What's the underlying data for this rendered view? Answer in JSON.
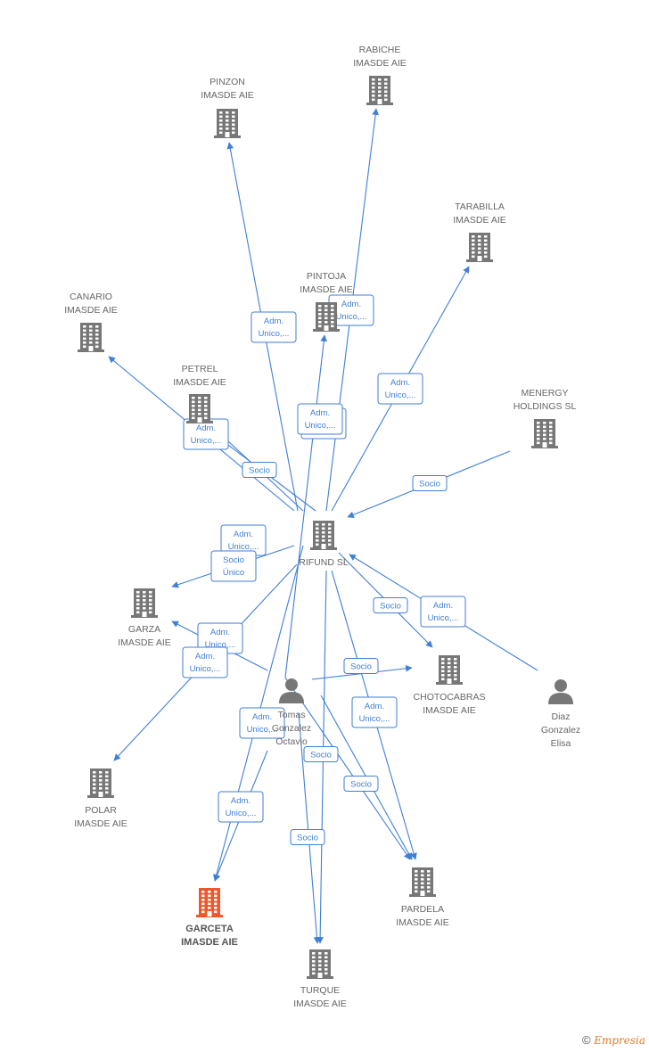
{
  "nodes": [
    {
      "id": "pinzon",
      "type": "company",
      "lines": [
        "PINZON",
        "IMASDE  AIE"
      ]
    },
    {
      "id": "rabiche",
      "type": "company",
      "lines": [
        "RABICHE",
        "IMASDE  AIE"
      ]
    },
    {
      "id": "tarabilla",
      "type": "company",
      "lines": [
        "TARABILLA",
        "IMASDE  AIE"
      ]
    },
    {
      "id": "canario",
      "type": "company",
      "lines": [
        "CANARIO",
        "IMASDE  AIE"
      ]
    },
    {
      "id": "pintoja",
      "type": "company",
      "lines": [
        "PINTOJA",
        "IMASDE  AIE"
      ]
    },
    {
      "id": "petrel",
      "type": "company",
      "lines": [
        "PETREL",
        "IMASDE  AIE"
      ]
    },
    {
      "id": "menergy",
      "type": "company",
      "lines": [
        "MENERGY",
        "HOLDINGS  SL"
      ]
    },
    {
      "id": "rifund",
      "type": "company",
      "lines": [
        "RIFUND  SL"
      ]
    },
    {
      "id": "garza",
      "type": "company",
      "lines": [
        "GARZA",
        "IMASDE  AIE"
      ]
    },
    {
      "id": "chotocabras",
      "type": "company",
      "lines": [
        "CHOTOCABRAS",
        "IMASDE  AIE"
      ]
    },
    {
      "id": "tomas",
      "type": "person",
      "lines": [
        "Tomas",
        "Gonzalez",
        "Octavio"
      ]
    },
    {
      "id": "diaz",
      "type": "person",
      "lines": [
        "Diaz",
        "Gonzalez",
        "Elisa"
      ]
    },
    {
      "id": "polar",
      "type": "company",
      "lines": [
        "POLAR",
        "IMASDE  AIE"
      ]
    },
    {
      "id": "garceta",
      "type": "focus",
      "lines": [
        "GARCETA",
        "IMASDE  AIE"
      ]
    },
    {
      "id": "pardela",
      "type": "company",
      "lines": [
        "PARDELA",
        "IMASDE  AIE"
      ]
    },
    {
      "id": "turque",
      "type": "company",
      "lines": [
        "TURQUE",
        "IMASDE  AIE"
      ]
    }
  ],
  "edges": [
    {
      "from": "tomas",
      "to": "pinzon",
      "label": [
        "Adm.",
        "Unico,..."
      ]
    },
    {
      "from": "tomas",
      "to": "rabiche",
      "label": [
        "Adm.",
        "Unico,..."
      ]
    },
    {
      "from": "tomas",
      "to": "tarabilla",
      "label": [
        "Adm.",
        "Unico,..."
      ]
    },
    {
      "from": "tomas",
      "to": "canario",
      "label": [
        "Adm.",
        "Unico,..."
      ]
    },
    {
      "from": "tomas",
      "to": "pintoja",
      "label": [
        "Adm.",
        "Unico,..."
      ]
    },
    {
      "from": "rifund",
      "to": "pintoja",
      "label": [
        "Socio"
      ]
    },
    {
      "from": "tomas",
      "to": "petrel",
      "label": [
        "Adm.",
        "Unico,..."
      ]
    },
    {
      "from": "rifund",
      "to": "petrel",
      "label": [
        "Socio"
      ]
    },
    {
      "from": "menergy",
      "to": "rifund",
      "label": [
        "Socio",
        "Único"
      ]
    },
    {
      "from": "tomas",
      "to": "garza",
      "label": [
        "Adm.",
        "Unico,..."
      ]
    },
    {
      "from": "rifund",
      "to": "garza",
      "label": [
        "Socio"
      ]
    },
    {
      "from": "tomas",
      "to": "chotocabras",
      "label": [
        "Socio"
      ]
    },
    {
      "from": "rifund",
      "to": "chotocabras",
      "label": [
        "Adm.",
        "Unico,..."
      ]
    },
    {
      "from": "diaz",
      "to": "rifund",
      "label": [
        "Adm.",
        "Unico,..."
      ]
    },
    {
      "from": "rifund",
      "to": "polar",
      "label": [
        "Adm.",
        "Unico,..."
      ]
    },
    {
      "from": "rifund",
      "to": "garceta",
      "label": [
        "Adm.",
        "Unico,..."
      ]
    },
    {
      "from": "tomas",
      "to": "garceta",
      "label": [
        "Socio"
      ]
    },
    {
      "from": "tomas",
      "to": "pardela",
      "label": [
        "Adm.",
        "Unico,..."
      ]
    },
    {
      "from": "rifund",
      "to": "pardela",
      "label": [
        "Socio"
      ]
    },
    {
      "from": "rifund",
      "to": "turque",
      "label": [
        "Adm.",
        "Unico,..."
      ]
    },
    {
      "from": "tomas",
      "to": "turque",
      "label": [
        "Socio"
      ]
    }
  ],
  "colors": {
    "company": "#777777",
    "focus": "#f0572a",
    "edge": "#3f7fd6"
  },
  "footer": {
    "copyright": "©",
    "brand": "Empresia"
  }
}
